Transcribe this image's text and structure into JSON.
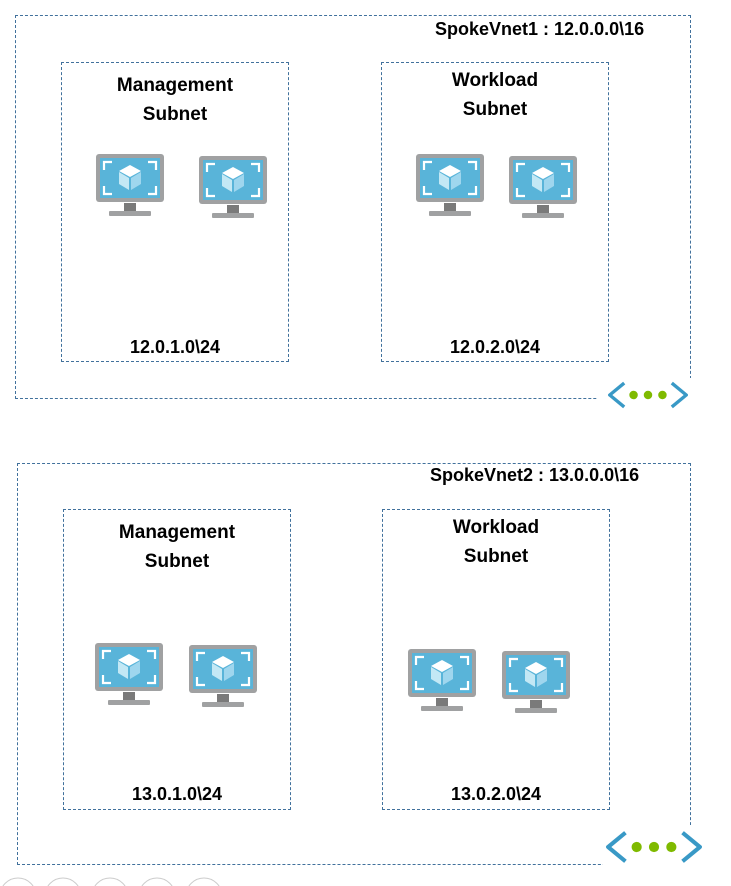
{
  "vnets": [
    {
      "title": "SpokeVnet1 : 12.0.0.0\\16",
      "subnets": [
        {
          "name_line1": "Management",
          "name_line2": "Subnet",
          "cidr": "12.0.1.0\\24"
        },
        {
          "name_line1": "Workload",
          "name_line2": "Subnet",
          "cidr": "12.0.2.0\\24"
        }
      ]
    },
    {
      "title": "SpokeVnet2 : 13.0.0.0\\16",
      "subnets": [
        {
          "name_line1": "Management",
          "name_line2": "Subnet",
          "cidr": "13.0.1.0\\24"
        },
        {
          "name_line1": "Workload",
          "name_line2": "Subnet",
          "cidr": "13.0.2.0\\24"
        }
      ]
    }
  ],
  "icons": {
    "vm": "virtual-machine-icon",
    "peering": "vnet-peering-icon"
  },
  "colors": {
    "border": "#41719c",
    "vm_screen": "#59b4d9",
    "vm_frame": "#a0a1a2",
    "peering_chevron": "#3999c6",
    "peering_dots": "#7fba00"
  }
}
